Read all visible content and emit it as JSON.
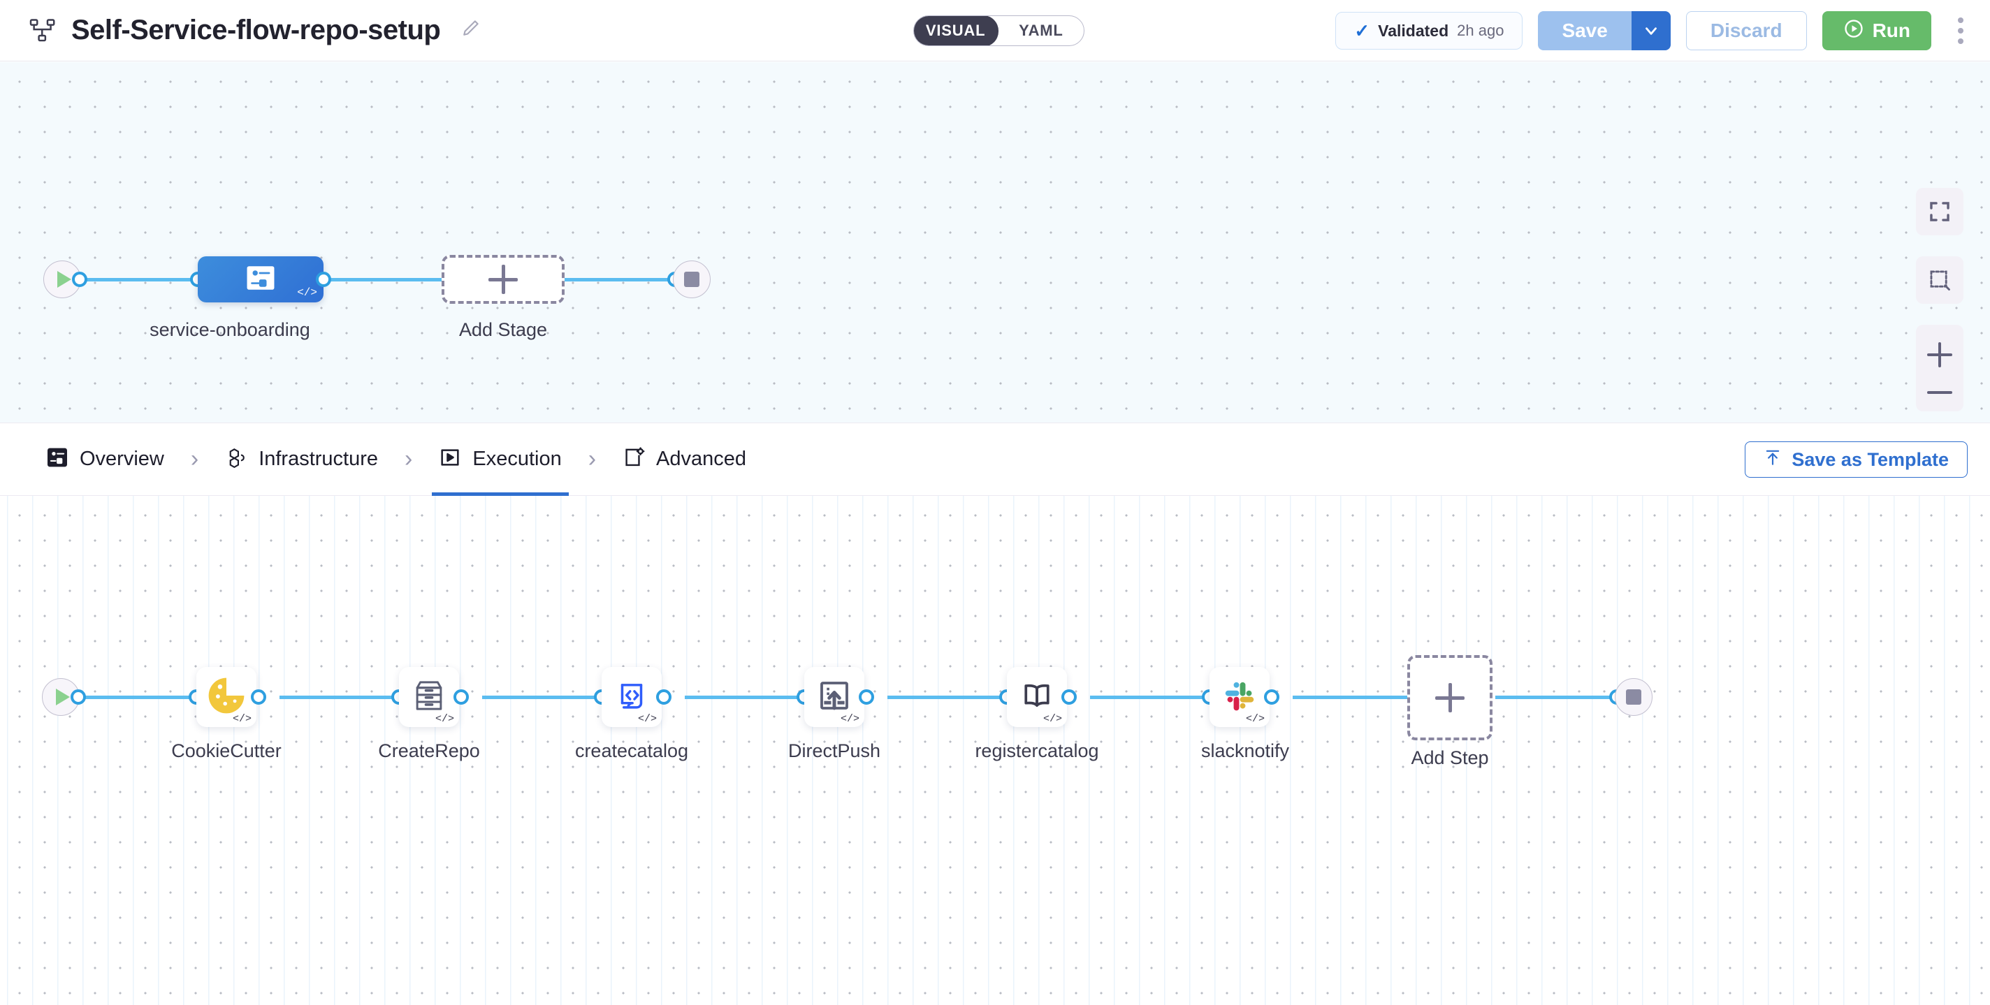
{
  "header": {
    "pipeline_icon": "pipeline-icon",
    "title": "Self-Service-flow-repo-setup",
    "edit_icon": "pencil-icon",
    "view_toggle": {
      "options": [
        "VISUAL",
        "YAML"
      ],
      "selected": "VISUAL"
    },
    "validation": {
      "check_icon": "check-icon",
      "label": "Validated",
      "time": "2h ago"
    },
    "save_label": "Save",
    "save_caret_icon": "chevron-down-icon",
    "discard_label": "Discard",
    "run_label": "Run",
    "run_icon": "play-circle-icon",
    "more_icon": "kebab-menu-icon"
  },
  "stage_canvas": {
    "start_icon": "play-icon",
    "end_icon": "stop-icon",
    "stage": {
      "name": "service-onboarding",
      "icon": "pipeline-stage-icon",
      "code_badge": "</>"
    },
    "add_stage_label": "Add Stage",
    "add_stage_icon": "plus-icon"
  },
  "tabs": {
    "items": [
      {
        "label": "Overview",
        "icon": "overview-icon",
        "active": false
      },
      {
        "label": "Infrastructure",
        "icon": "infrastructure-icon",
        "active": false
      },
      {
        "label": "Execution",
        "icon": "execution-icon",
        "active": true
      },
      {
        "label": "Advanced",
        "icon": "advanced-icon",
        "active": false
      }
    ],
    "separator_icon": "chevron-right-icon",
    "save_as_template_label": "Save as Template",
    "save_as_template_icon": "upload-icon"
  },
  "execution_canvas": {
    "start_icon": "play-icon",
    "end_icon": "stop-icon",
    "code_badge": "</>",
    "steps": [
      {
        "name": "CookieCutter",
        "icon": "cookie-icon",
        "color": "#f2c73c"
      },
      {
        "name": "CreateRepo",
        "icon": "archive-drawer-icon",
        "color": "#5b5f75"
      },
      {
        "name": "createcatalog",
        "icon": "code-screen-icon",
        "color": "#2f5dfb"
      },
      {
        "name": "DirectPush",
        "icon": "push-upload-icon",
        "color": "#5b5f75"
      },
      {
        "name": "registercatalog",
        "icon": "open-book-icon",
        "color": "#3c3c4e"
      },
      {
        "name": "slacknotify",
        "icon": "slack-icon",
        "color": "#4a9fd6"
      }
    ],
    "add_step_label": "Add Step",
    "add_step_icon": "plus-icon"
  },
  "zoom_controls": {
    "items": [
      {
        "name": "fit-to-screen",
        "icon": "fullscreen-icon"
      },
      {
        "name": "marquee-select",
        "icon": "selection-box-icon"
      },
      {
        "name": "zoom-in",
        "icon": "plus-icon"
      },
      {
        "name": "zoom-out",
        "icon": "minus-icon"
      }
    ]
  },
  "colors": {
    "accent_blue": "#2f6fcf",
    "edge_blue": "#5bbcf0",
    "run_green": "#66bb6a",
    "stage_blue": "#3d8ddc",
    "canvas_tint": "#f4fafd"
  }
}
